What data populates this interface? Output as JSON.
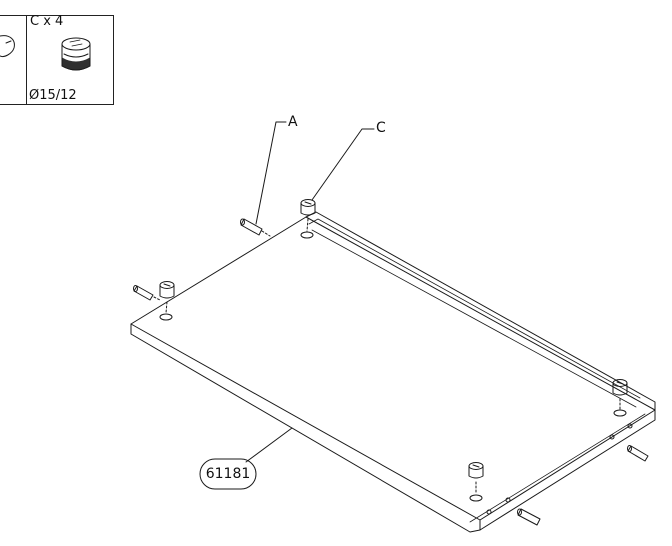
{
  "parts_panel": {
    "cam_lock_quantity": "C x 4",
    "cam_lock_size": "Ø15/12"
  },
  "callouts": {
    "dowel_label": "A",
    "cam_lock_label": "C"
  },
  "panel": {
    "part_number": "61181"
  },
  "colors": {
    "line": "#1a1a1a",
    "background": "#ffffff"
  }
}
